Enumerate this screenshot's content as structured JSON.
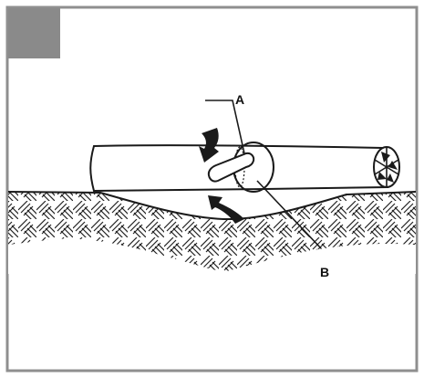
{
  "labels": {
    "a": "A",
    "b": "B"
  },
  "colors": {
    "frame": "#8f8f8f",
    "corner_tab": "#8a8a8a",
    "ink": "#1a1a1a",
    "background": "#ffffff"
  },
  "icons": [
    "corner-tab",
    "rotation-arrow-down",
    "rotation-arrow-up",
    "log-end-rings"
  ]
}
